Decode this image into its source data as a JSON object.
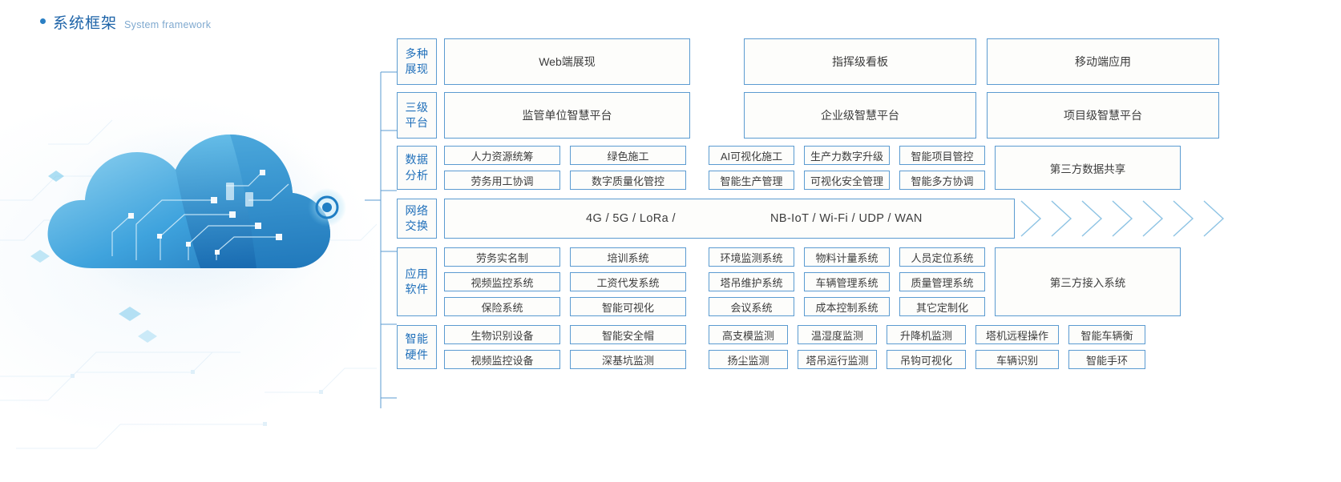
{
  "header": {
    "bullet": "bullet-dot",
    "title_cn": "系统框架",
    "title_en": "System framework"
  },
  "artwork": {
    "name": "cloud-computing-illustration"
  },
  "rows": [
    {
      "key": "presentation",
      "label_line1": "多种",
      "label_line2": "展现",
      "type": "triple",
      "boxes": [
        "Web端展现",
        "指挥级看板",
        "移动端应用"
      ]
    },
    {
      "key": "platform",
      "label_line1": "三级",
      "label_line2": "平台",
      "type": "triple",
      "boxes": [
        "监管单位智慧平台",
        "企业级智慧平台",
        "项目级智慧平台"
      ]
    },
    {
      "key": "data-analysis",
      "label_line1": "数据",
      "label_line2": "分析",
      "type": "chips",
      "left_rows": [
        [
          "人力资源统筹",
          "绿色施工"
        ],
        [
          "劳务用工协调",
          "数字质量化管控"
        ]
      ],
      "right_rows": [
        [
          "AI可视化施工",
          "生产力数字升级",
          "智能项目管控"
        ],
        [
          "智能生产管理",
          "可视化安全管理",
          "智能多方协调"
        ]
      ],
      "sidebox": "第三方数据共享"
    },
    {
      "key": "network-exchange",
      "label_line1": "网络",
      "label_line2": "交换",
      "type": "network",
      "text_left": "4G / 5G / LoRa /",
      "text_right": "NB-IoT / Wi-Fi / UDP / WAN",
      "chevron_count": 7
    },
    {
      "key": "application-software",
      "label_line1": "应用",
      "label_line2": "软件",
      "type": "chips",
      "left_rows": [
        [
          "劳务实名制",
          "培训系统"
        ],
        [
          "视频监控系统",
          "工资代发系统"
        ],
        [
          "保险系统",
          "智能可视化"
        ]
      ],
      "right_rows": [
        [
          "环境监测系统",
          "物料计量系统",
          "人员定位系统"
        ],
        [
          "塔吊维护系统",
          "车辆管理系统",
          "质量管理系统"
        ],
        [
          "会议系统",
          "成本控制系统",
          "其它定制化"
        ]
      ],
      "sidebox": "第三方接入系统"
    },
    {
      "key": "smart-hardware",
      "label_line1": "智能",
      "label_line2": "硬件",
      "type": "hardware",
      "left_rows": [
        [
          "生物识别设备",
          "智能安全帽"
        ],
        [
          "视频监控设备",
          "深基坑监测"
        ]
      ],
      "right_rows": [
        [
          "高支模监测",
          "温湿度监测",
          "升降机监测",
          "塔机远程操作",
          "智能车辆衡"
        ],
        [
          "扬尘监测",
          "塔吊运行监测",
          "吊钩可视化",
          "车辆识别",
          "智能手环"
        ]
      ]
    }
  ],
  "colors": {
    "border": "#5b9bd1",
    "label_text": "#1f6fba",
    "title_cn": "#1d63a8",
    "title_en": "#7fa9cf",
    "box_text": "#3c3c3c",
    "cloud_light": "#7ec8ef",
    "cloud_dark": "#1f7ec4"
  }
}
